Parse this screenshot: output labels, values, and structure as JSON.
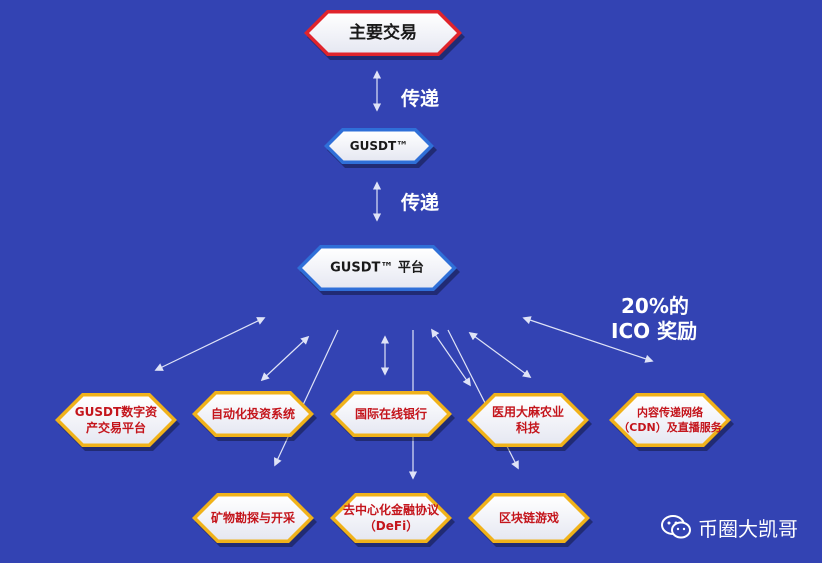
{
  "nodes": {
    "main_trade": "主要交易",
    "gusdt": "GUSDT™",
    "gusdt_platform": "GUSDT™ 平台",
    "exchange": [
      "GUSDT数字资",
      "产交易平台"
    ],
    "auto_invest": [
      "自动化投资系统"
    ],
    "online_bank": [
      "国际在线银行"
    ],
    "hemp": [
      "医用大麻农业",
      "科技"
    ],
    "cdn": [
      "内容传递网络",
      "（CDN）及直播服务"
    ],
    "mining": [
      "矿物勘探与开采"
    ],
    "defi": [
      "去中心化金融协议",
      "（DeFi）"
    ],
    "blockchain_game": [
      "区块链游戏"
    ]
  },
  "labels": {
    "transfer_1": "传递",
    "transfer_2": "传递",
    "ico_line1": "20%的",
    "ico_line2": "ICO 奖励"
  },
  "watermark": {
    "text": "币圈大凯哥",
    "icon": "wechat-icon"
  },
  "colors": {
    "background": "#3343b3",
    "hex_border_red": "#e0242c",
    "hex_border_blue": "#2f6fd8",
    "hex_border_gold": "#f0b21a",
    "hex_fill": "#ffffff",
    "text_dark": "#1a1a1a",
    "text_red": "#c4151c",
    "arrow": "#dfe3f7"
  }
}
